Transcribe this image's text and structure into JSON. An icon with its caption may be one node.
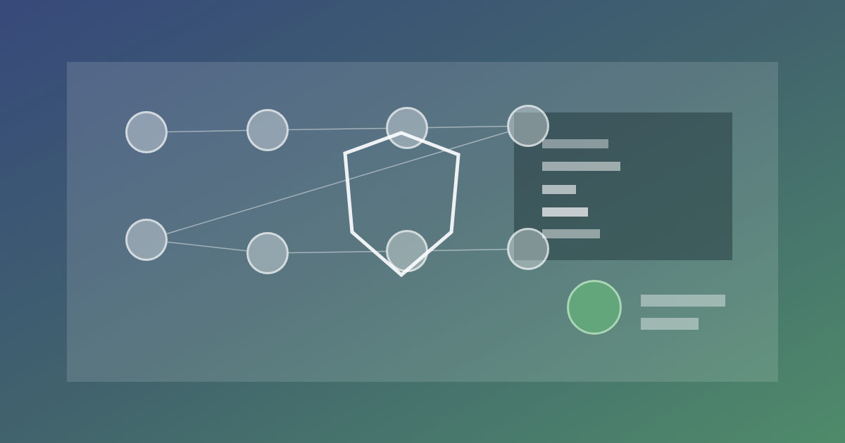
{
  "diagram": {
    "nodes": [
      {
        "text": [],
        "shape": "circle"
      },
      {
        "text": [],
        "shape": "circle"
      },
      {
        "text": [],
        "shape": "circle"
      },
      {
        "text": [],
        "shape": "circle"
      },
      {
        "text": [],
        "shape": "circle"
      },
      {
        "text": [],
        "shape": "circle"
      },
      {
        "text": [],
        "shape": "circle"
      },
      {
        "text": [],
        "shape": "circle"
      }
    ],
    "edges": [
      {
        "from": 0,
        "to": 1,
        "arrow": "none"
      },
      {
        "from": 1,
        "to": 2,
        "arrow": "none"
      },
      {
        "from": 2,
        "to": 3,
        "arrow": "none"
      },
      {
        "from": 4,
        "to": 5,
        "arrow": "none"
      },
      {
        "from": 5,
        "to": 6,
        "arrow": "none"
      },
      {
        "from": 6,
        "to": 7,
        "arrow": "none"
      },
      {
        "from": 4,
        "to": 3,
        "arrow": "none"
      }
    ]
  }
}
